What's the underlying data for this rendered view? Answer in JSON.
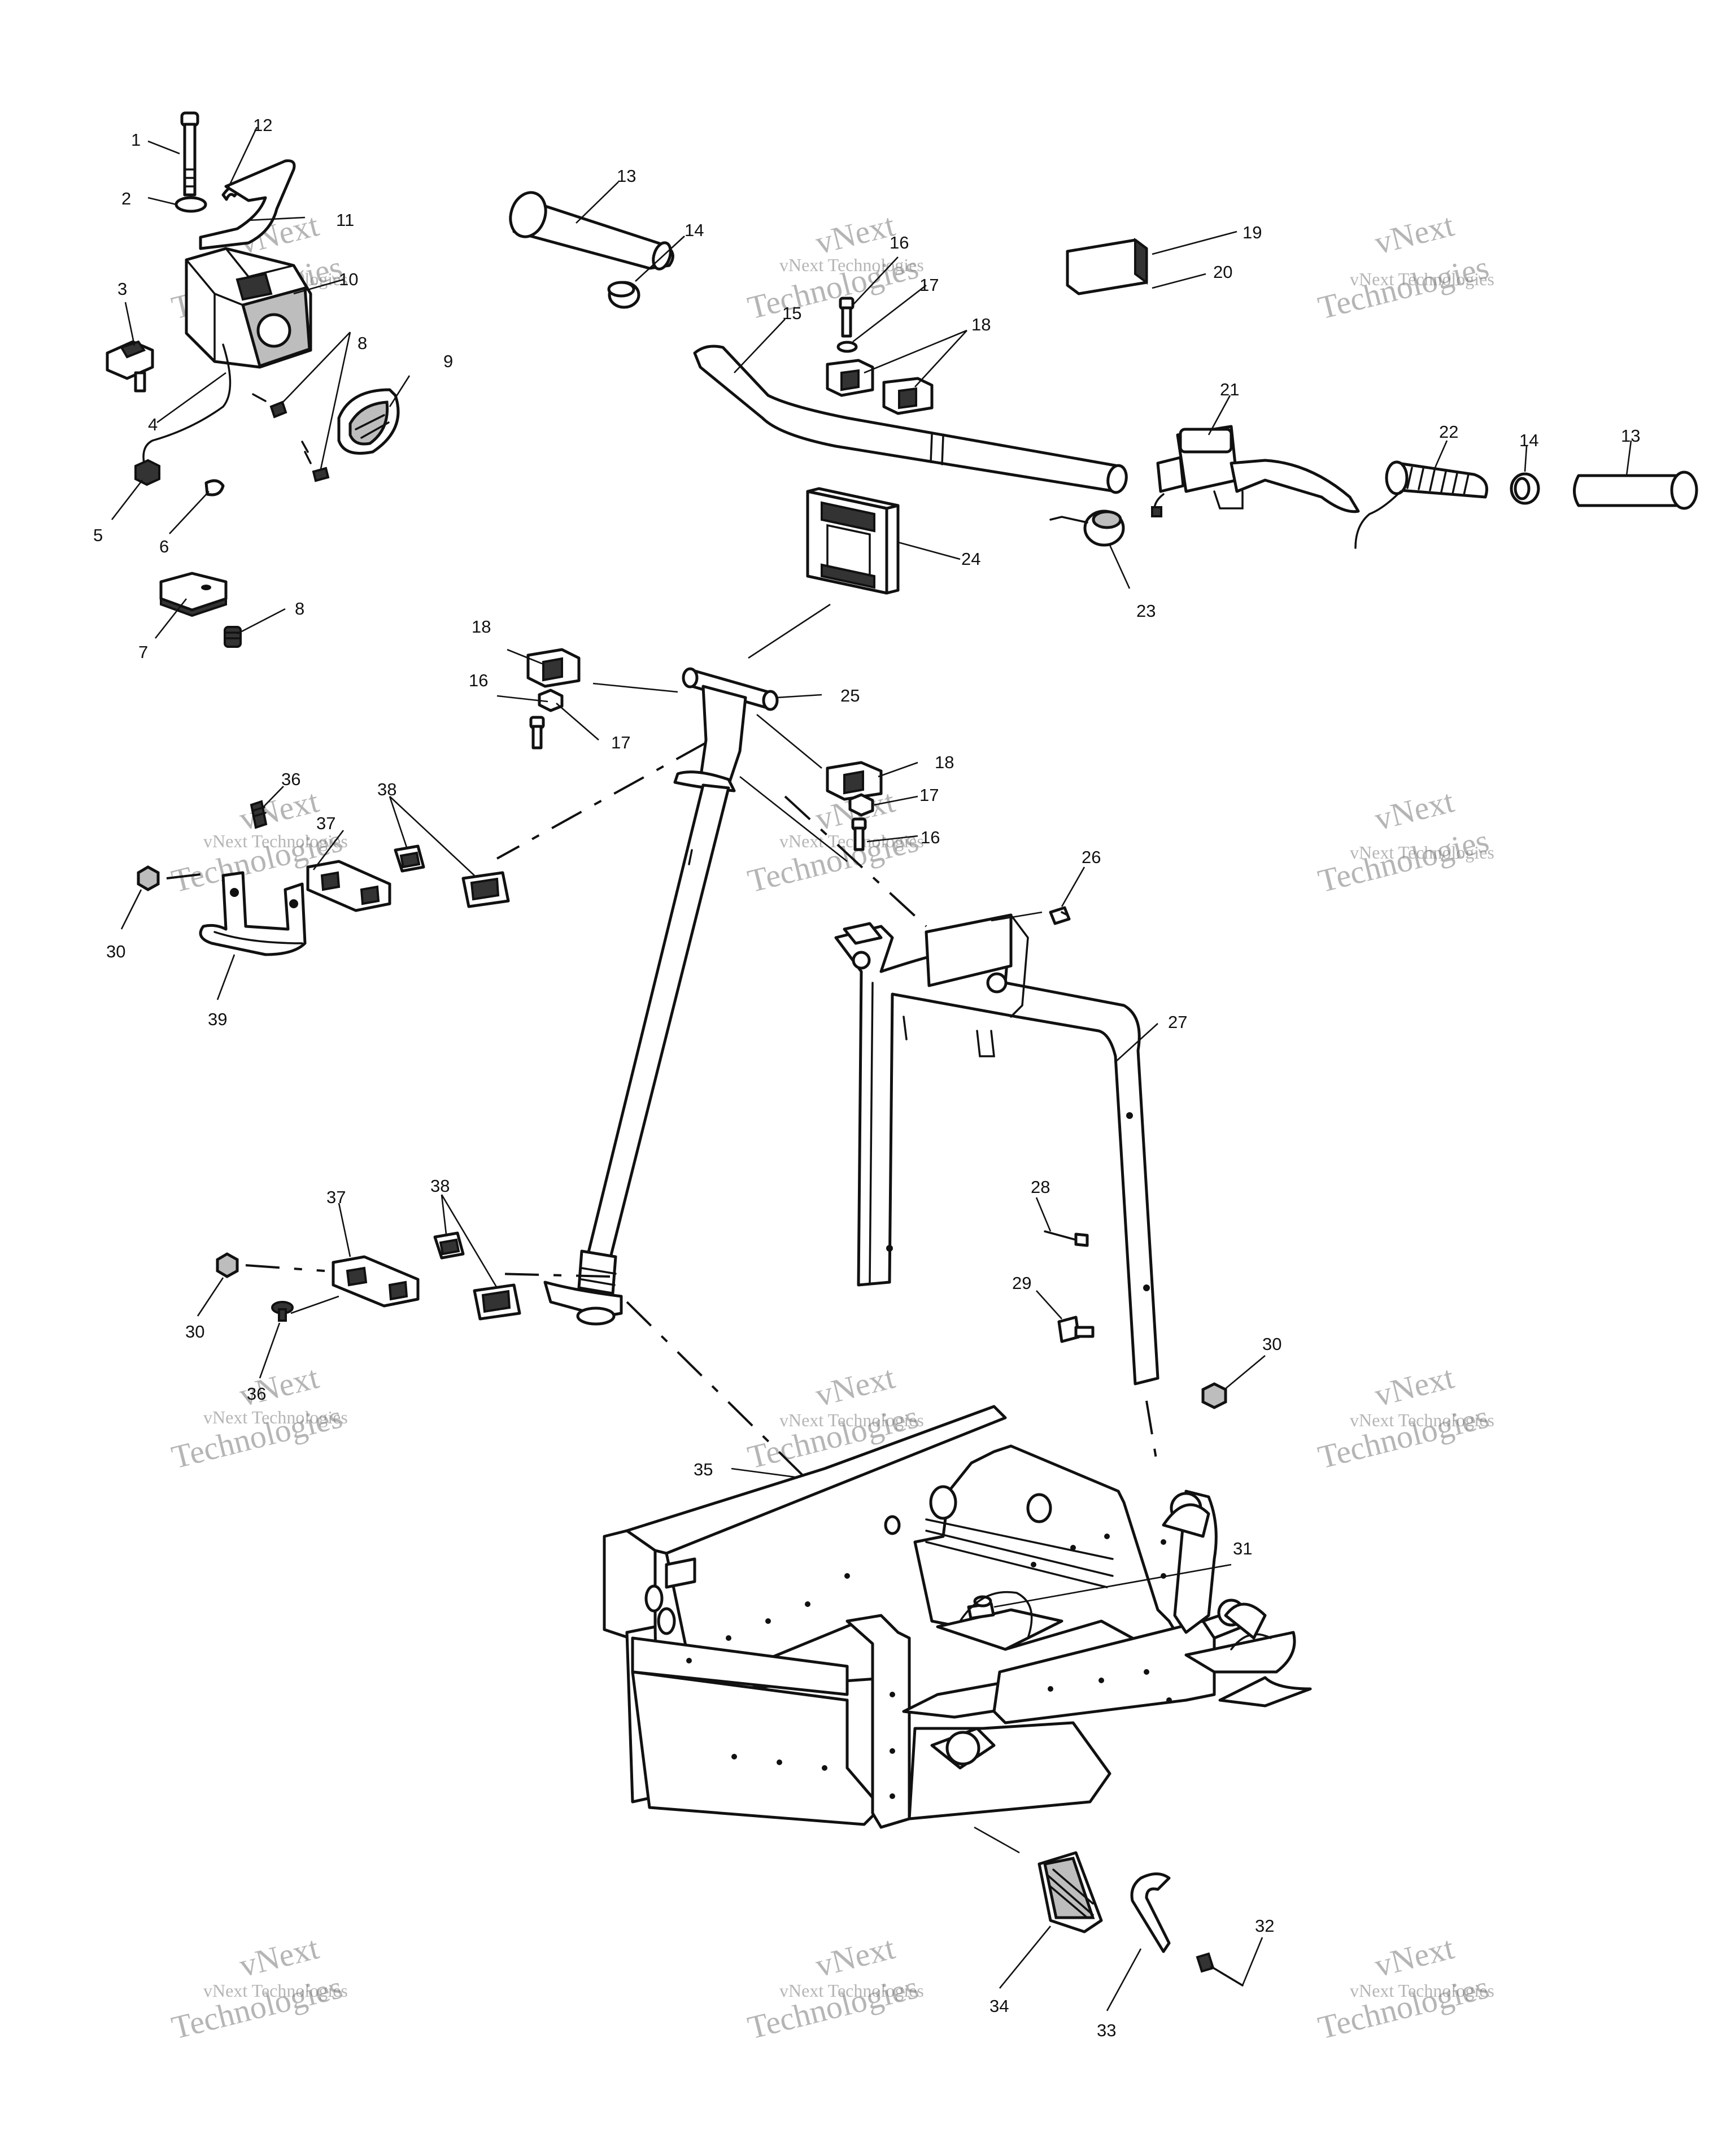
{
  "watermark": {
    "line1": "vNext",
    "line2": "vNext Technologies",
    "line3": "Technologies"
  },
  "callouts": {
    "c1": "1",
    "c2": "2",
    "c3": "3",
    "c4": "4",
    "c5": "5",
    "c6": "6",
    "c7": "7",
    "c8a": "8",
    "c8b": "8",
    "c9": "9",
    "c10": "10",
    "c11": "11",
    "c12": "12",
    "c13a": "13",
    "c13b": "13",
    "c14a": "14",
    "c14b": "14",
    "c15": "15",
    "c16a": "16",
    "c16b": "16",
    "c16c": "16",
    "c17a": "17",
    "c17b": "17",
    "c17c": "17",
    "c18a": "18",
    "c18b": "18",
    "c18c": "18",
    "c19": "19",
    "c20": "20",
    "c21": "21",
    "c22": "22",
    "c23": "23",
    "c24": "24",
    "c25": "25",
    "c26": "26",
    "c27": "27",
    "c28": "28",
    "c29": "29",
    "c30a": "30",
    "c30b": "30",
    "c30c": "30",
    "c31": "31",
    "c32": "32",
    "c33": "33",
    "c34": "34",
    "c35": "35",
    "c36a": "36",
    "c36b": "36",
    "c37a": "37",
    "c37b": "37",
    "c38a": "38",
    "c38b": "38",
    "c39": "39"
  }
}
